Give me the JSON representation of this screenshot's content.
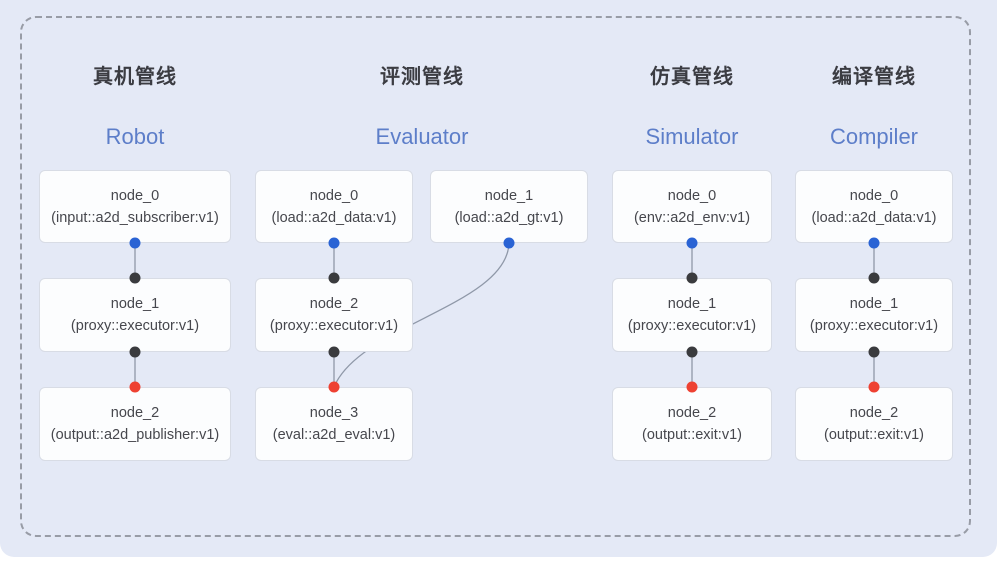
{
  "pipelines": [
    {
      "title_zh": "真机管线",
      "title_en": "Robot",
      "nodes": [
        {
          "name": "node_0",
          "type": "(input::a2d_subscriber:v1)"
        },
        {
          "name": "node_1",
          "type": "(proxy::executor:v1)"
        },
        {
          "name": "node_2",
          "type": "(output::a2d_publisher:v1)"
        }
      ]
    },
    {
      "title_zh": "评测管线",
      "title_en": "Evaluator",
      "nodes": [
        {
          "name": "node_0",
          "type": "(load::a2d_data:v1)"
        },
        {
          "name": "node_1",
          "type": "(load::a2d_gt:v1)"
        },
        {
          "name": "node_2",
          "type": "(proxy::executor:v1)"
        },
        {
          "name": "node_3",
          "type": "(eval::a2d_eval:v1)"
        }
      ]
    },
    {
      "title_zh": "仿真管线",
      "title_en": "Simulator",
      "nodes": [
        {
          "name": "node_0",
          "type": "(env::a2d_env:v1)"
        },
        {
          "name": "node_1",
          "type": "(proxy::executor:v1)"
        },
        {
          "name": "node_2",
          "type": "(output::exit:v1)"
        }
      ]
    },
    {
      "title_zh": "编译管线",
      "title_en": "Compiler",
      "nodes": [
        {
          "name": "node_0",
          "type": "(load::a2d_data:v1)"
        },
        {
          "name": "node_1",
          "type": "(proxy::executor:v1)"
        },
        {
          "name": "node_2",
          "type": "(output::exit:v1)"
        }
      ]
    }
  ],
  "connections": [
    {
      "pipeline": "Robot",
      "from": "node_0",
      "to": "node_1",
      "from_port": "blue",
      "to_port": "dark"
    },
    {
      "pipeline": "Robot",
      "from": "node_1",
      "to": "node_2",
      "from_port": "dark",
      "to_port": "red"
    },
    {
      "pipeline": "Evaluator",
      "from": "node_0",
      "to": "node_2",
      "from_port": "blue",
      "to_port": "dark"
    },
    {
      "pipeline": "Evaluator",
      "from": "node_2",
      "to": "node_3",
      "from_port": "dark",
      "to_port": "red"
    },
    {
      "pipeline": "Evaluator",
      "from": "node_1",
      "to": "node_3",
      "from_port": "blue",
      "to_port": "red"
    },
    {
      "pipeline": "Simulator",
      "from": "node_0",
      "to": "node_1",
      "from_port": "blue",
      "to_port": "dark"
    },
    {
      "pipeline": "Simulator",
      "from": "node_1",
      "to": "node_2",
      "from_port": "dark",
      "to_port": "red"
    },
    {
      "pipeline": "Compiler",
      "from": "node_0",
      "to": "node_1",
      "from_port": "blue",
      "to_port": "dark"
    },
    {
      "pipeline": "Compiler",
      "from": "node_1",
      "to": "node_2",
      "from_port": "dark",
      "to_port": "red"
    }
  ],
  "colors": {
    "background": "#e4e9f6",
    "frame_dash": "#989ca6",
    "node_bg": "#fcfdfe",
    "node_border": "#d8dce5",
    "node_text": "#46474d",
    "title_zh": "#3b3c42",
    "title_en": "#5d7ec9",
    "dot_blue": "#2a63d4",
    "dot_dark": "#3a3b3e",
    "dot_red": "#ee4132",
    "edge": "#8f98a8"
  }
}
